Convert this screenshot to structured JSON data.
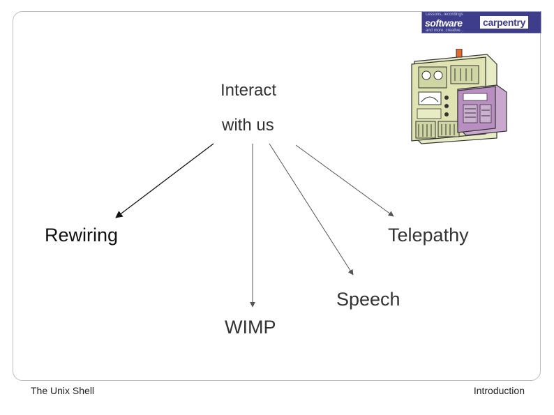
{
  "logo": {
    "line_top": "Lessons, recordings",
    "word1": "software",
    "word2": "carpentry",
    "line_bottom": "and more, creative..."
  },
  "center": {
    "line1": "Interact",
    "line2": "with us"
  },
  "nodes": {
    "rewiring": "Rewiring",
    "telepathy": "Telepathy",
    "speech": "Speech",
    "wimp": "WIMP"
  },
  "footer": {
    "left": "The Unix Shell",
    "right": "Introduction"
  },
  "colors": {
    "frame": "#bdbdbd",
    "logo_bg": "#3d3d8c",
    "arrow": "#555555",
    "arrow_dark": "#111111"
  }
}
